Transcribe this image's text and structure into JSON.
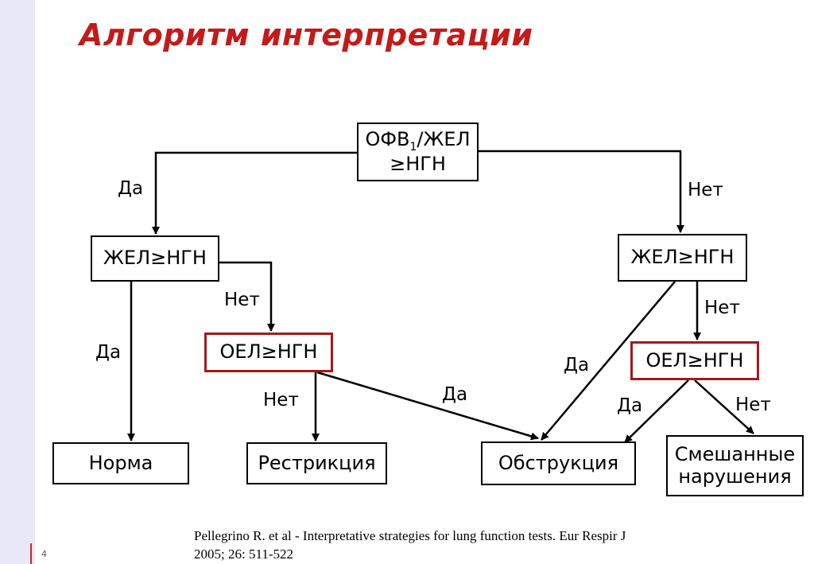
{
  "title": "Алгоритм интерпретации",
  "slide_number": "4",
  "boxes": {
    "root_line1_prefix": "ОФВ",
    "root_line1_sub": "1",
    "root_line1_suffix": "/ЖЕЛ",
    "root_line2": "≥НГН",
    "left_vc": "ЖЕЛ≥НГН",
    "right_vc": "ЖЕЛ≥НГН",
    "left_tlc": "ОЕЛ≥НГН",
    "right_tlc": "ОЕЛ≥НГН",
    "normal": "Норма",
    "restriction": "Рестрикция",
    "obstruction": "Обструкция",
    "mixed_line1": "Смешанные",
    "mixed_line2": "нарушения"
  },
  "labels": {
    "root_yes": "Да",
    "root_no": "Нет",
    "left_vc_yes": "Да",
    "left_vc_no": "Нет",
    "left_tlc_no": "Нет",
    "left_tlc_yes": "Да",
    "right_vc_yes": "Да",
    "right_vc_no": "Нет",
    "right_tlc_yes": "Да",
    "right_tlc_no": "Нет"
  },
  "citation": {
    "line1": "Pellegrino R. et al - Interpretative strategies for lung function tests. Eur Respir J",
    "line2": "2005; 26: 511-522"
  },
  "colors": {
    "title": "#c41a1a",
    "highlight_border": "#a11a1a",
    "side_strip": "#e8e8f6"
  }
}
